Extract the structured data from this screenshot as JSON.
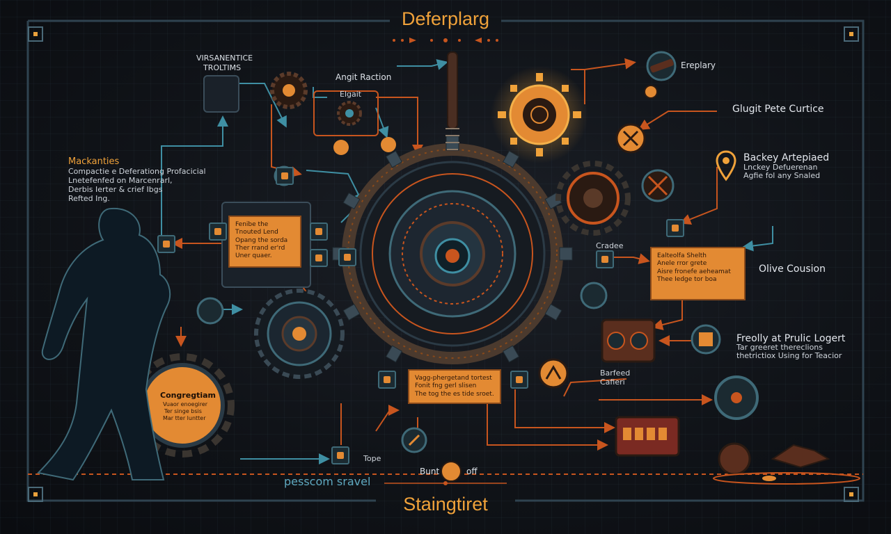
{
  "title_top": "Deferplarg",
  "title_bottom": "Staingtiret",
  "labels": {
    "vis_a": "VIRSANENTICE",
    "vis_b": "TROLTIMS",
    "angle_reaction": "Angit Raction",
    "angle_sub": "Elgait",
    "mechanics_hd": "Mackanties",
    "mechanics_1": "Compactie e Deferationg Profacicial",
    "mechanics_2": "Lnetefenfed on Marcenrarl,",
    "mechanics_3": "Derbis Ierter & crief Ibgs",
    "mechanics_4": "Refted Ing.",
    "ereplary": "Ereplary",
    "glugit": "Glugit Pete Curtice",
    "backey_hd": "Backey Artepiaed",
    "backey_1": "Lnckey Defuerenan",
    "backey_2": "Agfie fol any Snaled",
    "grafee": "Cradee",
    "olive": "Olive Cousion",
    "freolly_hd": "Freolly at Prulic Logert",
    "freolly_1": "Tar greeret thereclions",
    "freolly_2": "thetrictiox Using for Teacior",
    "barfeed_a": "Barfeed",
    "barfeed_b": "Cafieri",
    "tope": "Tope",
    "bunt": "Bunt",
    "off": "off",
    "passcom": "pesscom sravel",
    "congregation_hd": "Congregtiam",
    "congregation_1": "Vuaor enoegirer",
    "congregation_2": "Ter singe bsis",
    "congregation_3": "Mar tter luntter"
  },
  "notes": {
    "left": "Fenibe the\nTnouted Lend\nOpang the sorda\nTher rrand er'rd\nUner quaer.",
    "center": "Vagg-phergetand tortest\nFonit fng gerl slisen\nThe tog the es tide sroet.",
    "right": "Ealteolfa Shelth\nAnele rror grete\nAisre fronefe aeheamat\nThee Iedge tor boa"
  },
  "colors": {
    "accent": "#f0a23a",
    "wire_orange": "#c8551e",
    "wire_teal": "#3f8fa3",
    "note_fill": "#e38a33"
  }
}
